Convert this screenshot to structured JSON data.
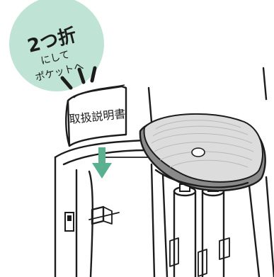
{
  "callout": {
    "line1": "2つ折",
    "line2": "にして",
    "line3": "ポケットへ"
  },
  "manual": {
    "title": "取扱説明書"
  },
  "colors": {
    "bubble": "#bfe3d4",
    "arrow": "#5bb08f",
    "tray": "#dcdcdc",
    "tray_rim": "#8a8a8a",
    "ink": "#1c1c1c"
  }
}
